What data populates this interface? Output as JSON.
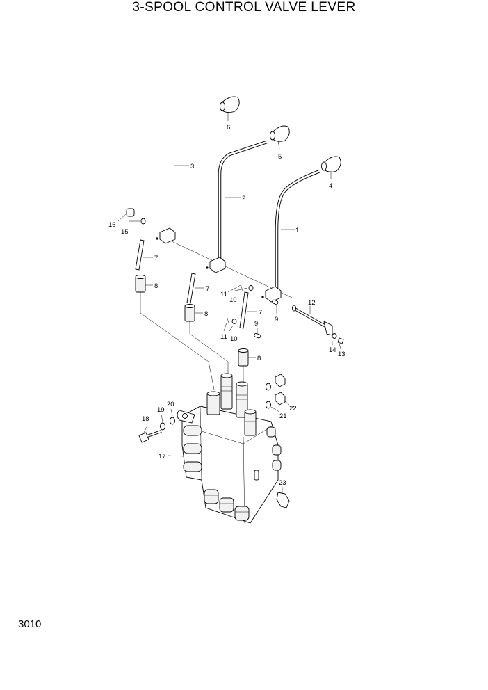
{
  "title": "3-SPOOL CONTROL VALVE LEVER",
  "page_number": "3010",
  "callouts": [
    {
      "id": "c1",
      "text": "1"
    },
    {
      "id": "c2",
      "text": "2"
    },
    {
      "id": "c3",
      "text": "3"
    },
    {
      "id": "c4",
      "text": "4"
    },
    {
      "id": "c5",
      "text": "5"
    },
    {
      "id": "c6",
      "text": "6"
    },
    {
      "id": "c7a",
      "text": "7"
    },
    {
      "id": "c7b",
      "text": "7"
    },
    {
      "id": "c7c",
      "text": "7"
    },
    {
      "id": "c8a",
      "text": "8"
    },
    {
      "id": "c8b",
      "text": "8"
    },
    {
      "id": "c8c",
      "text": "8"
    },
    {
      "id": "c9a",
      "text": "9"
    },
    {
      "id": "c9b",
      "text": "9"
    },
    {
      "id": "c10a",
      "text": "10"
    },
    {
      "id": "c10b",
      "text": "10"
    },
    {
      "id": "c11a",
      "text": "11"
    },
    {
      "id": "c11b",
      "text": "11"
    },
    {
      "id": "c12",
      "text": "12"
    },
    {
      "id": "c13",
      "text": "13"
    },
    {
      "id": "c14",
      "text": "14"
    },
    {
      "id": "c15",
      "text": "15"
    },
    {
      "id": "c16",
      "text": "16"
    },
    {
      "id": "c17",
      "text": "17"
    },
    {
      "id": "c18",
      "text": "18"
    },
    {
      "id": "c19",
      "text": "19"
    },
    {
      "id": "c20",
      "text": "20"
    },
    {
      "id": "c21",
      "text": "21"
    },
    {
      "id": "c22",
      "text": "22"
    },
    {
      "id": "c23",
      "text": "23"
    }
  ]
}
